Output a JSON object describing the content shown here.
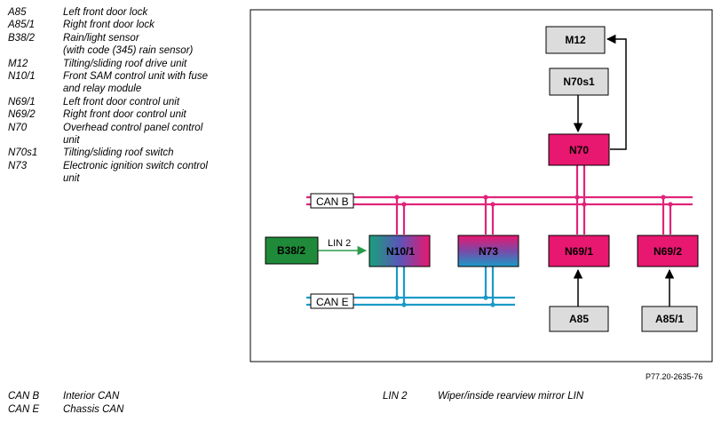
{
  "legend": [
    {
      "code": "A85",
      "desc": [
        "Left front door lock"
      ]
    },
    {
      "code": "A85/1",
      "desc": [
        "Right front door lock"
      ]
    },
    {
      "code": "B38/2",
      "desc": [
        "Rain/light sensor",
        "(with code (345) rain sensor)"
      ]
    },
    {
      "code": "M12",
      "desc": [
        "Tilting/sliding roof drive unit"
      ]
    },
    {
      "code": "N10/1",
      "desc": [
        "Front SAM control unit with fuse",
        "and relay module"
      ]
    },
    {
      "code": "N69/1",
      "desc": [
        "Left front door control unit"
      ]
    },
    {
      "code": "N69/2",
      "desc": [
        "Right front door control unit"
      ]
    },
    {
      "code": "N70",
      "desc": [
        "Overhead control panel control",
        "unit"
      ]
    },
    {
      "code": "N70s1",
      "desc": [
        "Tilting/sliding roof switch"
      ]
    },
    {
      "code": "N73",
      "desc": [
        "Electronic ignition switch control",
        "unit"
      ]
    }
  ],
  "diagram": {
    "boxes": {
      "m12": "M12",
      "n70s1": "N70s1",
      "n70": "N70",
      "b38": "B38/2",
      "n10": "N10/1",
      "n73": "N73",
      "n691": "N69/1",
      "n692": "N69/2",
      "a85": "A85",
      "a851": "A85/1"
    },
    "bus_labels": {
      "can_b": "CAN B",
      "can_e": "CAN E",
      "lin2": "LIN 2"
    },
    "colors": {
      "can_b_line": "#e0247a",
      "can_e_line": "#1a9ac8",
      "control_unit": "#e8176f",
      "sensor": "#1f8a3a",
      "peripheral": "#dcdcdc",
      "lin_arrow": "#2a9a4a"
    }
  },
  "doc_ref": "P77.20-2635-76",
  "footer": {
    "left": [
      {
        "code": "CAN B",
        "desc": "Interior CAN"
      },
      {
        "code": "CAN E",
        "desc": "Chassis CAN"
      }
    ],
    "right": [
      {
        "code": "LIN 2",
        "desc": "Wiper/inside rearview mirror LIN"
      }
    ]
  }
}
